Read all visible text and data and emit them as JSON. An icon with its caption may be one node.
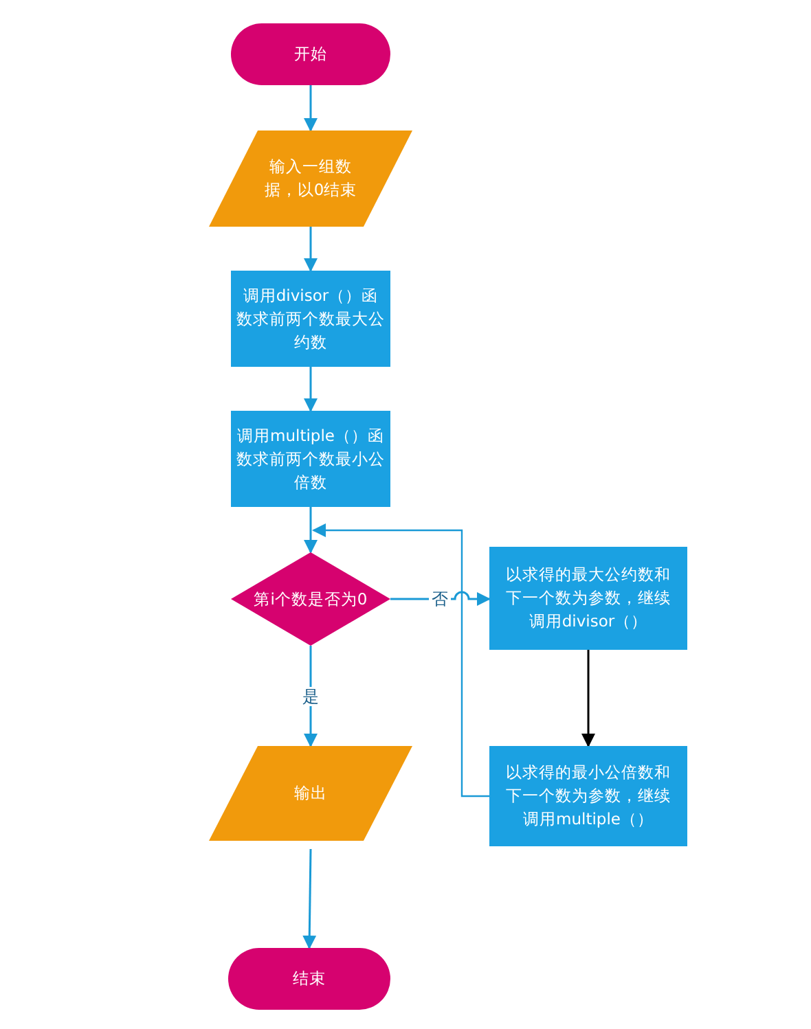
{
  "diagram": {
    "nodes": [
      {
        "text": [
          "开始"
        ]
      },
      {
        "text": [
          "输入一组数据，以0结束"
        ]
      },
      {
        "text": [
          "调用divisor（）函数求前两个数最大公约数"
        ]
      },
      {
        "text": [
          "调用multiple（）函数求前两个数最小公倍数"
        ]
      },
      {
        "text": [
          "第i个数是否为0"
        ]
      },
      {
        "text": [
          "以求得的最大公约数和下一个数为参数，继续调用divisor（）"
        ]
      },
      {
        "text": [
          "以求得的最小公倍数和下一个数为参数，继续调用multiple（）"
        ]
      },
      {
        "text": [
          "输出"
        ]
      },
      {
        "text": [
          "结束"
        ]
      }
    ],
    "edges": [
      {
        "from": 0,
        "to": 1,
        "arrow": "to"
      },
      {
        "from": 1,
        "to": 2,
        "arrow": "to"
      },
      {
        "from": 2,
        "to": 3,
        "arrow": "to"
      },
      {
        "from": 3,
        "to": 4,
        "arrow": "to"
      },
      {
        "from": 4,
        "to": 5,
        "arrow": "to",
        "label": "否"
      },
      {
        "from": 5,
        "to": 6,
        "arrow": "to",
        "color": "#000000"
      },
      {
        "from": 6,
        "to": 4,
        "arrow": "to"
      },
      {
        "from": 4,
        "to": 7,
        "arrow": "to",
        "label": "是"
      },
      {
        "from": 7,
        "to": 8,
        "arrow": "to"
      }
    ]
  }
}
